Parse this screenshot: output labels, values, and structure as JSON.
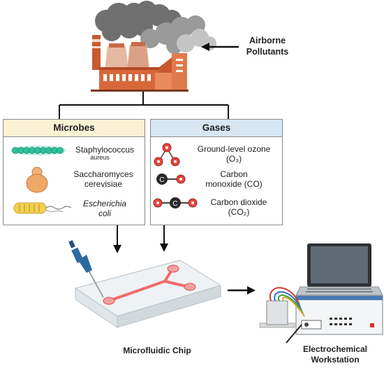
{
  "pollution": {
    "label_line1": "Airborne",
    "label_line2": "Pollutants"
  },
  "microbes": {
    "title": "Microbes",
    "items": [
      {
        "line1": "Staphylococcus",
        "line2": "aureus",
        "icon": "chain-cocci-icon"
      },
      {
        "line1": "Saccharomyces",
        "line2": "cerevisiae",
        "icon": "budding-yeast-icon"
      },
      {
        "line1": "Escherichia",
        "line2": "coli",
        "icon": "rod-bacterium-icon",
        "italic": true
      }
    ]
  },
  "gases": {
    "title": "Gases",
    "items": [
      {
        "line1": "Ground-level ozone",
        "line2": "(O₃)",
        "icon": "ozone-molecule-icon"
      },
      {
        "line1": "Carbon",
        "line2": "monoxide (CO)",
        "icon": "co-molecule-icon"
      },
      {
        "line1": "Carbon dioxide",
        "line2": "(CO₂)",
        "icon": "co2-molecule-icon"
      }
    ]
  },
  "chip": {
    "label": "Microfluidic Chip"
  },
  "workstation": {
    "label_line1": "Electrochemical",
    "label_line2": "Workstation"
  },
  "colors": {
    "microbes_header": "#fbf1d4",
    "gases_header": "#d6e6f3",
    "factory_brick": "#d9673a",
    "smoke": "#6e6e6e",
    "chip_channel": "#f06a6a",
    "pipette": "#2a6aa0"
  }
}
